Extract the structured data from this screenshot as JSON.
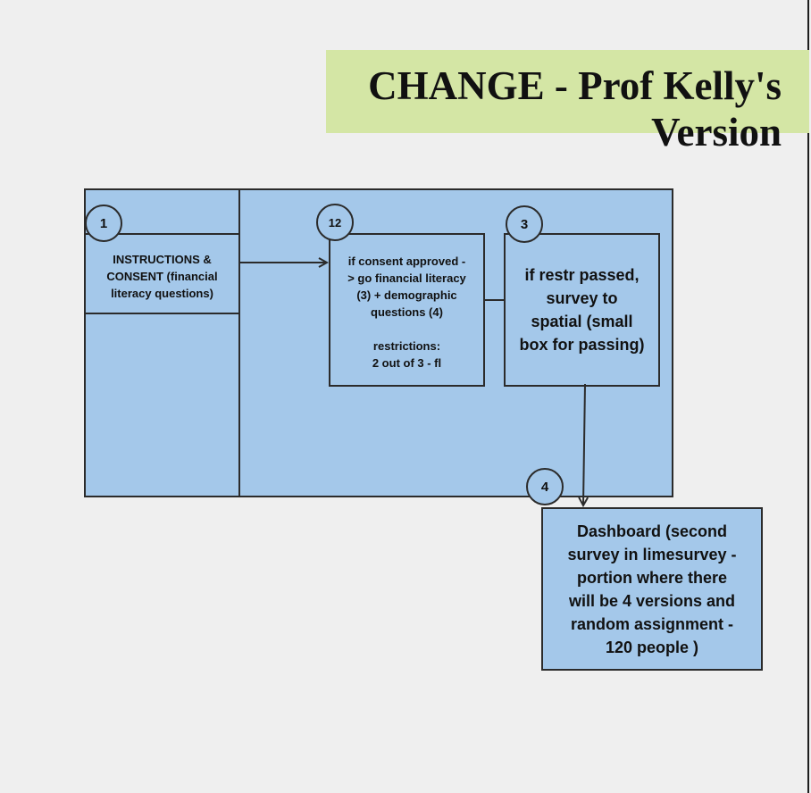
{
  "title": "CHANGE - Prof Kelly's Version",
  "steps": [
    {
      "number": "1",
      "text": "INSTRUCTIONS &\nCONSENT  (financial\nliteracy questions)"
    },
    {
      "number": "12",
      "text": "if consent approved -\n> go financial literacy\n(3) +  demographic\nquestions (4)\n\nrestrictions:\n2 out of 3 - fl"
    },
    {
      "number": "3",
      "text": "if restr passed,\nsurvey to\nspatial (small\nbox for passing)"
    },
    {
      "number": "4",
      "text": "Dashboard (second\nsurvey in limesurvey -\nportion where there\nwill be 4 versions and\nrandom assignment -\n120 people )"
    }
  ],
  "colors": {
    "banner": "#d4e6a5",
    "box_fill": "#a4c8ea",
    "stroke": "#2b2b2b",
    "background": "#efefef"
  }
}
